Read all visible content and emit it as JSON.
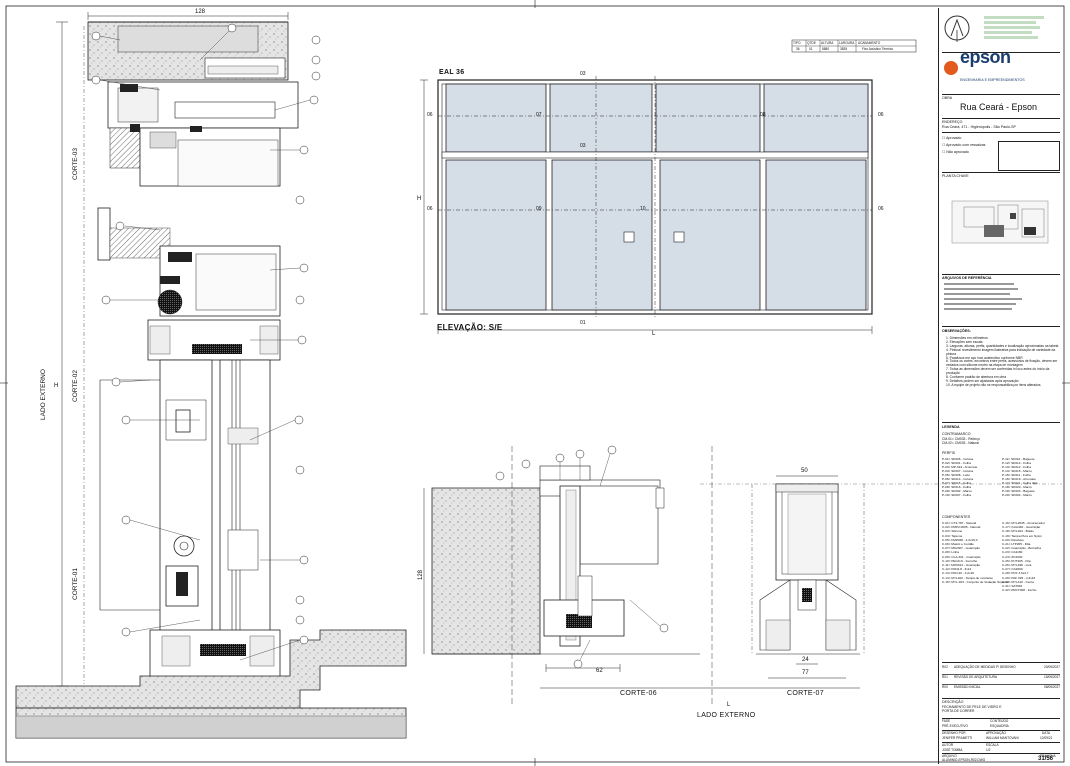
{
  "drawing": {
    "elevation_tag": "EAL 36",
    "elevation_title": "ELEVAÇÃO: S/E",
    "corte_06": "CORTE-06",
    "corte_07": "CORTE-07",
    "lado_externo_bottom": "LADO EXTERNO",
    "lado_externo_side": "LADO EXTERNO",
    "corte_01": "CORTE-01",
    "corte_02": "CORTE-02",
    "corte_03": "CORTE-03",
    "dim_128_top": "128",
    "dim_128_side": "128",
    "dim_50": "50",
    "dim_24": "24",
    "dim_77": "77",
    "dim_62": "62",
    "letter_L_top": "L",
    "letter_L_bottom": "L",
    "letter_H_left": "H",
    "letter_H_side": "H",
    "mark_03_top": "03",
    "mark_03_mid": "03",
    "mark_01": "01",
    "mark_06_tl": "06",
    "mark_06_tr": "06",
    "mark_06_bl": "06",
    "mark_06_br": "06",
    "mark_07": "07",
    "mark_08": "08",
    "mark_09": "09",
    "mark_10": "10"
  },
  "table": {
    "headers": [
      "TIPO",
      "QTDE",
      "ALTURA",
      "LARGURA",
      "ACABAMENTO"
    ],
    "row": [
      "36",
      "01",
      "5880",
      "3835",
      "Fixo Acústico Térmico"
    ]
  },
  "titleblock": {
    "company": "epson",
    "company_tagline": "ENGENHARIA E EMPREENDIMENTOS",
    "obra_label": "OBRA",
    "obra": "Rua Ceará - Epson",
    "endereco_label": "ENDEREÇO",
    "endereco": "Rua Ceará, 471 - Higienópolis - São Paulo-SP",
    "aprovado": "Aprovado",
    "aprovado_ressalvas": "Aprovado com ressalvas",
    "nao_aprovado": "Não aprovado",
    "planta_chave": "PLANTA CHAVE",
    "arquivos_label": "ARQUIVOS DE REFERÊNCIA",
    "observacoes_label": "OBSERVAÇÕES:",
    "observacoes": [
      "1. Dimensões em milímetros",
      "2. Elevações sem escala",
      "3. Larguras, alturas, perfis, quantidades e localização aproximadas na tabela",
      "4. Pintura/ revestimento imagem ilustrativa para indicação de variedade da pintura",
      "5. Parafusos em aço inox austenítico conforme NBR",
      "6. Todos os cortes, encontros entre perfis, acessórios de fixação, devem ser vedados com silicone neutro na etapa de montagem",
      "7. Todas as dimensões devem ser conferidas in loco antes do início da produção",
      "8. Conforme padrão de abertura em obra",
      "9. Detalhes podem ser ajustados após aprovação",
      "10. A equipe de projeto não se responsabiliza por itens alterados"
    ],
    "legenda_label": "LEGENDA",
    "contramarco_label": "CONTRAMARCO",
    "contramarco": [
      "CM-01= CM033 - Reforço",
      "CM-02= CM033 - Natural"
    ],
    "perfis_label": "PERFIS",
    "perfis_left": [
      "P-01= SK006 - Coluna",
      "P-02= SK001 - Folha",
      "P-03= MP-324 - Arremate",
      "P-04= SK007 - Coluna",
      "P-05= SK008 - Leito",
      "P-06= SK014 - Coluna",
      "P-07= SK015 - Folha",
      "P-08= SK016 - Folha",
      "P-09= SK002 - Marco",
      "P-10= SK007 - Folha"
    ],
    "perfis_right": [
      "P-11= SK010 - Baguete",
      "P-12= SK014 - Folha",
      "P-13= SK012 - Folha",
      "P-14= SK015 - Marco",
      "P-15= SK011 - Folha",
      "P-16= SK019 - Arremate",
      "P-17= SK021 - Folha tália",
      "P-18= SK020 - Marco",
      "P-19= SK003 - Baguete",
      "P-20= SK004 - Marco"
    ],
    "componentes_label": "COMPONENTES",
    "componentes_left": [
      "C-01= CT4-787 - Natural",
      "C-02= PMP2.0005 - Natural",
      "C-03= Silicone",
      "C-04= Tapumé",
      "C-05= FMZ028 - 4,2x16,0",
      "C-06= Mastic e Cordão",
      "C-07= MK2307 - Guarnição",
      "C-08= Linha",
      "C-09= CLA-301 - Guarnição",
      "C-10= PEG9-N - Ferrolho",
      "C-11= MO0014 - Guarnição",
      "C-12= PAN4.8 - 3x12",
      "C-13= PAN-40 - 4,2x16",
      "C-14= MYL402 - Tampa de montante",
      "C-15= MYL-403 - Conjunto de Vedação Superior"
    ],
    "componentes_right": [
      "C-16= MYL2045 - Amortecedor",
      "C-17= GUA440 - Guarnição",
      "C-18= MYL404 - Botão",
      "C-19= Tampa Pura em Nylon",
      "C-20= Parafuso",
      "C-21= LTP205 - Filia",
      "C-22= Guarnição - Borracha",
      "C-23= CA1180",
      "C-24= ZC2030",
      "C-25= PUT205 - Fita",
      "C-26= MYL496 - Lixa",
      "C-27= CA2090",
      "C-28= PCF 3,6x4,7",
      "C-29= PAF 025 - 4,2x16",
      "C-30= MYL410 - Cerca",
      "C-31= SAT081",
      "C-32= PRCT008 - Fecho"
    ],
    "revisoes": [
      {
        "rev": "R02",
        "desc": "ADEQUAÇÃO DE MEDIDAS P/ DESENHO",
        "data": "20/05/2027"
      },
      {
        "rev": "R01",
        "desc": "REVISÃO DE ARQUITETURA",
        "data": "15/05/2027"
      },
      {
        "rev": "R00",
        "desc": "EMISSÃO INICIAL",
        "data": "08/05/2027"
      }
    ],
    "descricao_label": "DESCRIÇÃO",
    "descricao": "FECHAMENTO DE PELE DE VIDRO E PORTA DE CORRER",
    "fase_label": "FASE",
    "fase": "PRÉ-EXECUTIVO",
    "conteudo_label": "CONTEÚDO",
    "conteudo": "ESQUADRIA",
    "desenho_label": "DESENHO POR",
    "desenho": "JENIFER PRAMETTI",
    "aprovacao_label": "APROVAÇÃO",
    "aprovacao": "WILLIAM MANTOVANI",
    "data_label": "DATA",
    "data": "12/09/21",
    "autor_label": "AUTOR",
    "autor": "JOSÉ TOMBA",
    "escala_label": "ESCALA",
    "escala": "1/2",
    "arquivo_label": "ARQUIVO",
    "arquivo": "ALUMINIO-EPSON-R02.DWG",
    "prancha_label": "PRANCHA",
    "prancha": "31/56"
  }
}
